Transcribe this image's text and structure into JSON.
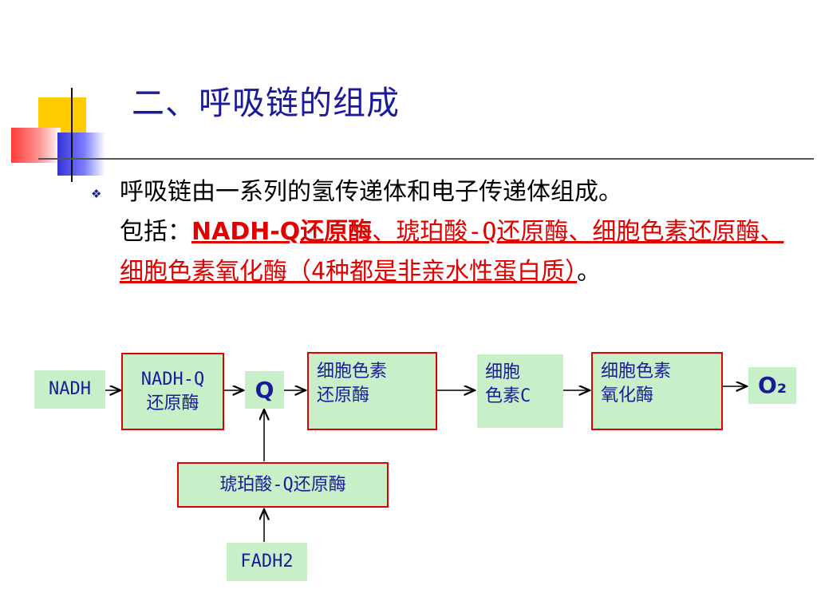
{
  "slide": {
    "title": "二、呼吸链的组成",
    "paragraph": {
      "line1": "呼吸链由一系列的氢传递体和电子传递体组成。",
      "lead": "包括：",
      "item1": "NADH-Q还原酶",
      "sep1": "、",
      "item2": "琥珀酸-Q还原酶",
      "sep2": "、",
      "item3": "细胞色素还原酶",
      "sep3": "、",
      "item4": "细胞色素氧化酶（4种都是非亲水性蛋白质）",
      "end": "。"
    }
  },
  "diagram": {
    "nadh": "NADH",
    "nadh_q_line1": "NADH-Q",
    "nadh_q_line2": "还原酶",
    "q": "Q",
    "cyt_red_line1": "细胞色素",
    "cyt_red_line2": "还原酶",
    "cyt_c_line1": "细胞",
    "cyt_c_line2": "色素C",
    "cyt_ox_line1": "细胞色素",
    "cyt_ox_line2": "氧化酶",
    "o2": "O₂",
    "succinate": "琥珀酸-Q还原酶",
    "fadh2": "FADH2"
  },
  "colors": {
    "title": "#1a1a9a",
    "highlight": "#e00000",
    "box_fill": "#c8f0c8",
    "box_border": "#e00000"
  }
}
